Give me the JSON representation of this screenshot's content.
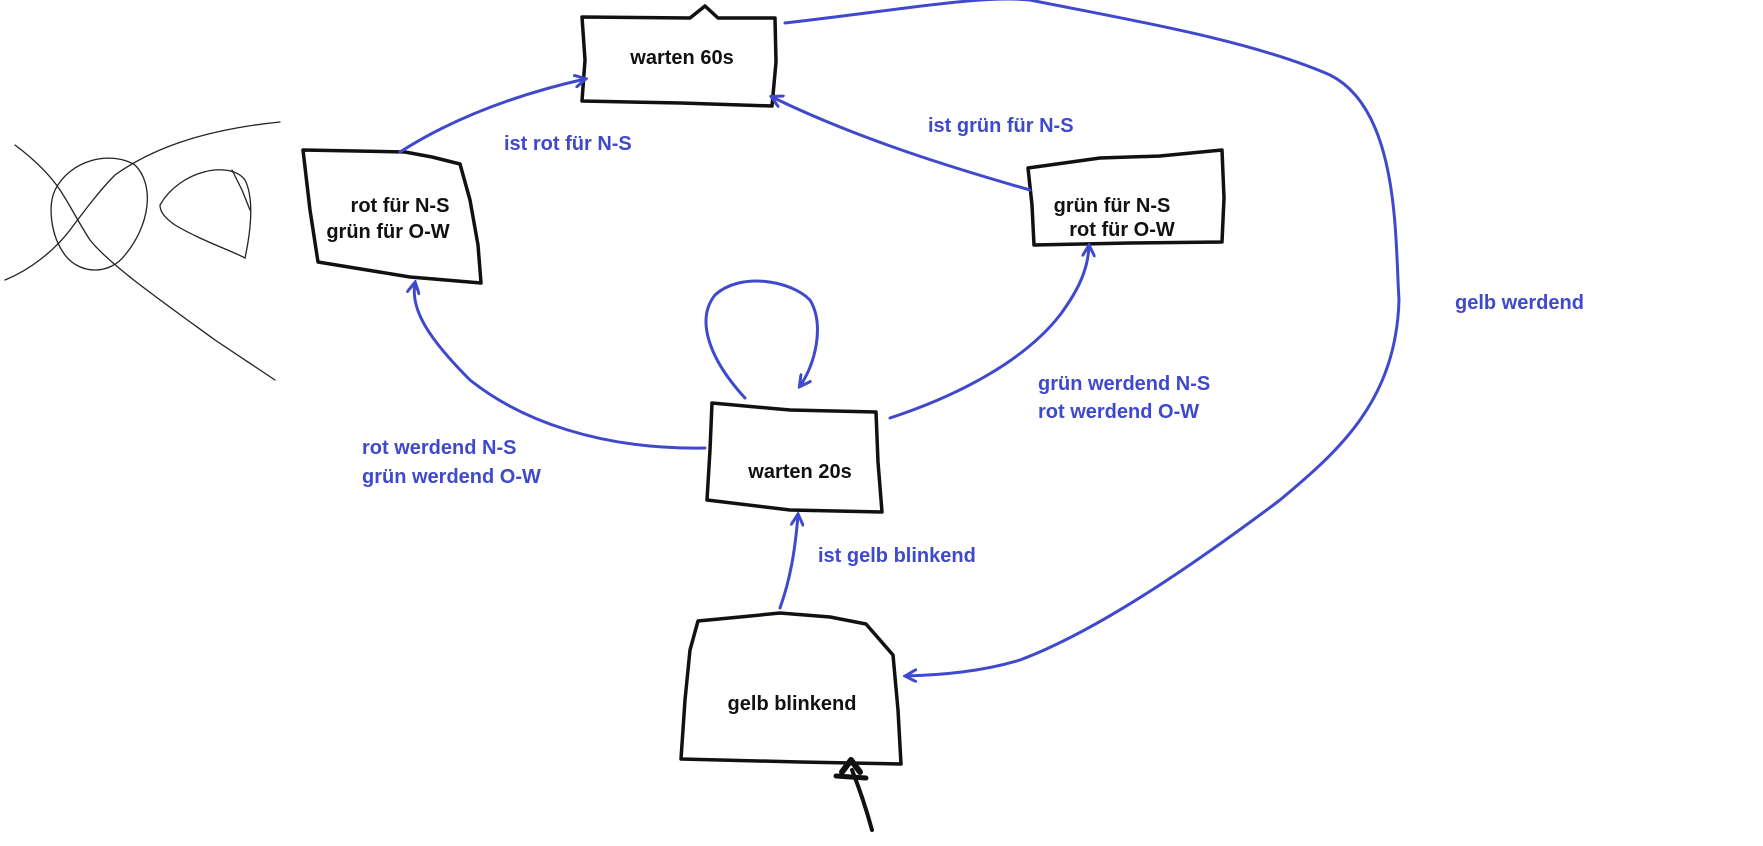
{
  "colors": {
    "edge": "#3f49cc",
    "box": "#111111",
    "background": "#ffffff"
  },
  "states": {
    "warten60": {
      "line1": "warten 60s"
    },
    "rot_ns": {
      "line1": "rot für N-S",
      "line2": "grün für O-W"
    },
    "gruen_ns": {
      "line1": "grün für N-S",
      "line2": "rot für O-W"
    },
    "warten20": {
      "line1": "warten 20s"
    },
    "gelb": {
      "line1": "gelb blinkend"
    }
  },
  "transitions": {
    "ist_rot": "ist rot für N-S",
    "ist_gruen": "ist grün für N-S",
    "gelb_werdend": "gelb werdend",
    "gruen_werdend_1": "grün werdend N-S",
    "gruen_werdend_2": "rot werdend O-W",
    "rot_werdend_1": "rot werdend N-S",
    "rot_werdend_2": "grün werdend O-W",
    "ist_gelb": "ist gelb blinkend"
  }
}
